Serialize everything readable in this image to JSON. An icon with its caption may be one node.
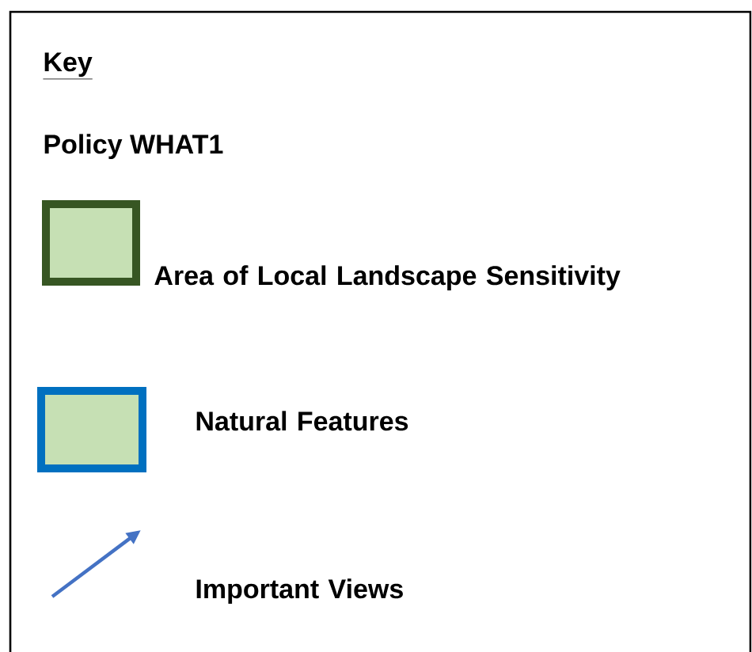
{
  "diagram": {
    "title": "Key",
    "labels": [
      "Policy WHAT1"
    ],
    "legend": [
      {
        "text": "Area of Local Landscape Sensitivity",
        "color": "#375623"
      },
      {
        "text": "Natural Features",
        "color": "#0070c0"
      },
      {
        "text": "Important Views"
      }
    ]
  }
}
